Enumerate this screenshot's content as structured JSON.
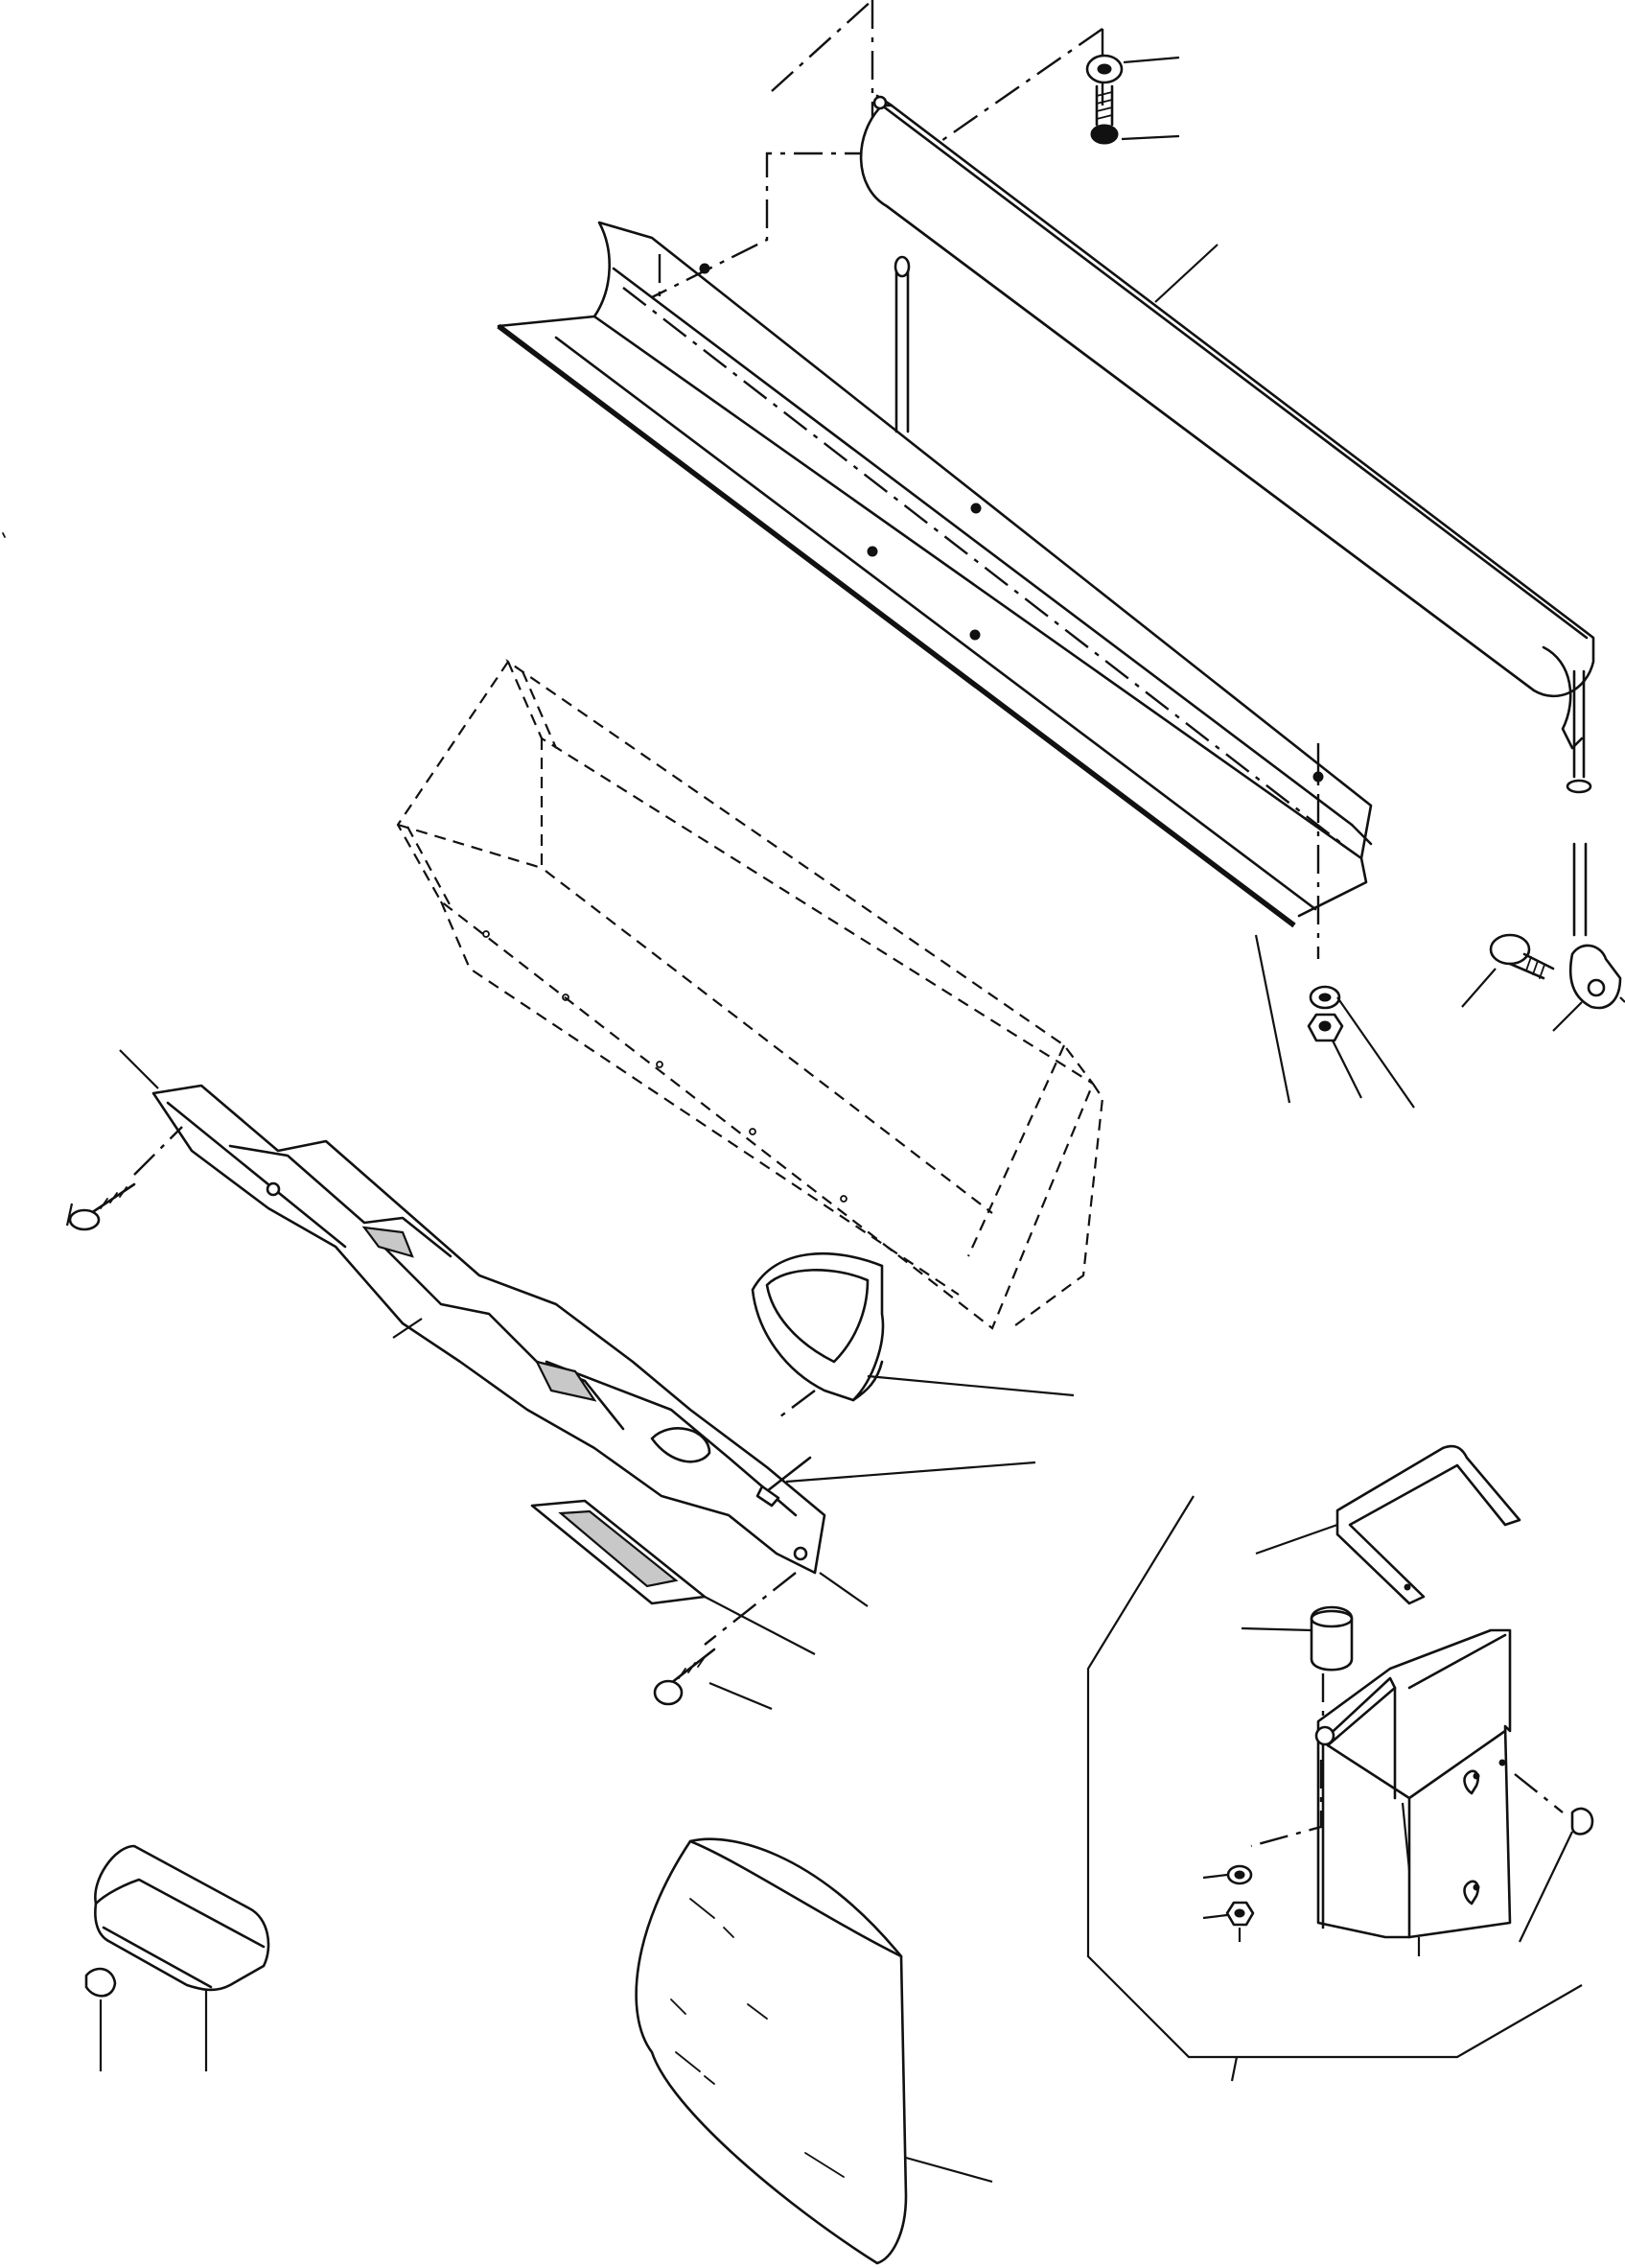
{
  "drawing": {
    "type": "exploded-parts-diagram",
    "labels": [],
    "callout_numbers_visible": false
  },
  "parts": [
    {
      "id": "cover-tube",
      "icon": "tube-cover-icon"
    },
    {
      "id": "trough-channel",
      "icon": "channel-icon"
    },
    {
      "id": "box-hidden-outline",
      "icon": "dashed-box-icon"
    },
    {
      "id": "wiper-arm-bracket",
      "icon": "bracket-icon"
    },
    {
      "id": "rubber-boot",
      "icon": "boot-icon"
    },
    {
      "id": "diamond-plate",
      "icon": "plate-icon"
    },
    {
      "id": "u-bracket",
      "icon": "u-bracket-icon"
    },
    {
      "id": "mounting-box",
      "icon": "box-icon"
    },
    {
      "id": "cap",
      "icon": "cap-icon"
    },
    {
      "id": "lamp-housing",
      "icon": "lamp-icon"
    },
    {
      "id": "bulb",
      "icon": "bulb-icon"
    },
    {
      "id": "lens-cover",
      "icon": "lens-icon"
    },
    {
      "id": "screws-and-nuts",
      "icon": "fastener-icon"
    }
  ]
}
